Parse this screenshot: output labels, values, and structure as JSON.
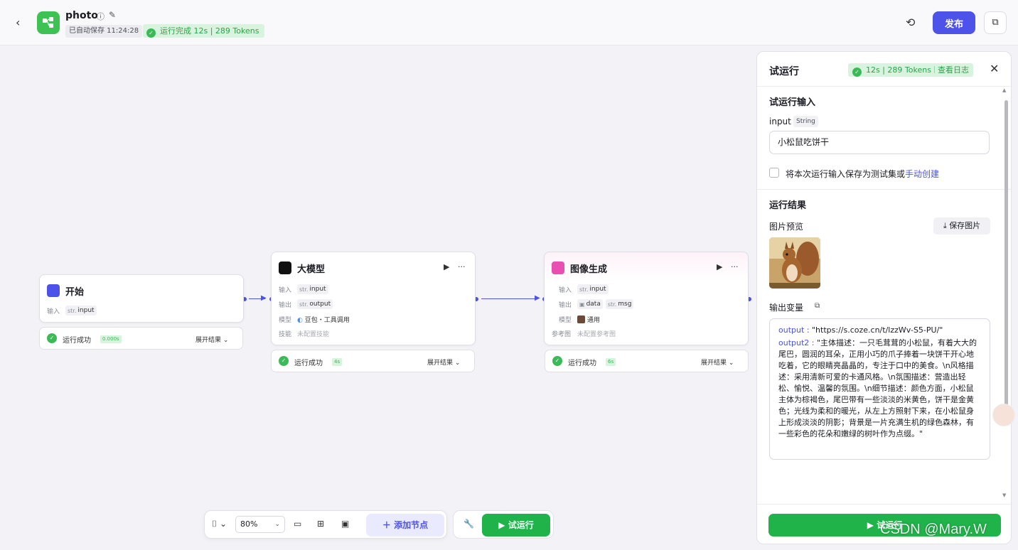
{
  "header": {
    "app_name": "photo",
    "autosave": "已自动保存 11:24:28",
    "run_status": "运行完成 12s | 289 Tokens",
    "publish_label": "发布"
  },
  "canvas": {
    "nodes": {
      "start": {
        "title": "开始",
        "input_label": "输入",
        "input_type": "str.",
        "input_name": "input",
        "status": "运行成功",
        "time": "0.000s",
        "expand": "展开结果"
      },
      "llm": {
        "title": "大模型",
        "input_label": "输入",
        "input_type": "str.",
        "input_name": "input",
        "output_label": "输出",
        "output_type": "str.",
        "output_name": "output",
        "model_label": "模型",
        "model_value": "豆包・工具调用",
        "skill_label": "技能",
        "skill_value": "未配置技能",
        "status": "运行成功",
        "time": "4s",
        "expand": "展开结果"
      },
      "image": {
        "title": "图像生成",
        "input_label": "输入",
        "input_type": "str.",
        "input_name": "input",
        "output_label": "输出",
        "output_data": "data",
        "output_type2": "str.",
        "output_msg": "msg",
        "model_label": "模型",
        "model_value": "通用",
        "ref_label": "参考图",
        "ref_value": "未配置参考图",
        "status": "运行成功",
        "time": "6s",
        "expand": "展开结果"
      }
    }
  },
  "toolbar": {
    "zoom": "80%",
    "add_node": "添加节点",
    "test_run": "试运行"
  },
  "panel": {
    "title": "试运行",
    "badge_stats": "12s | 289 Tokens",
    "badge_log": "查看日志",
    "input_section": "试运行输入",
    "input_name": "input",
    "input_type": "String",
    "input_value": "小松鼠吃饼干",
    "save_text": "将本次运行输入保存为测试集或",
    "save_link": "手动创建",
    "result_section": "运行结果",
    "image_preview": "图片预览",
    "save_image": "保存图片",
    "output_vars": "输出变量",
    "output_key": "output",
    "output_value": "\"https://s.coze.cn/t/lzzWv-S5-PU/\"",
    "output2_key": "output2",
    "output2_value": "\"主体描述：一只毛茸茸的小松鼠，有着大大的尾巴，圆润的耳朵，正用小巧的爪子捧着一块饼干开心地吃着，它的眼睛亮晶晶的，专注于口中的美食。\\n风格描述：采用清新可爱的卡通风格。\\n氛围描述：营造出轻松、愉悦、温馨的氛围。\\n细节描述：颜色方面，小松鼠主体为棕褐色，尾巴带有一些淡淡的米黄色，饼干是金黄色；光线为柔和的暖光，从左上方照射下来，在小松鼠身上形成淡淡的阴影；背景是一片充满生机的绿色森林，有一些彩色的花朵和嫩绿的树叶作为点缀。\"",
    "run_button": "试运行"
  },
  "watermark": "CSDN @Mary.W"
}
